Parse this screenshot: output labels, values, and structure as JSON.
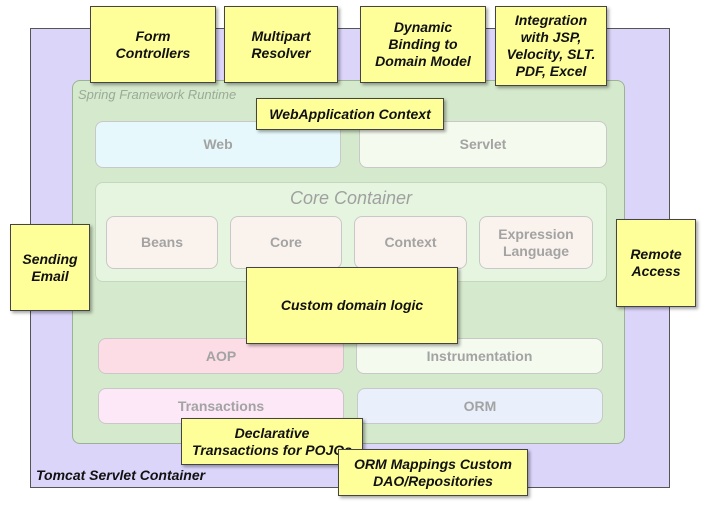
{
  "containers": {
    "tomcat": "Tomcat Servlet Container",
    "runtime": "Spring Framework Runtime",
    "core": "Core Container"
  },
  "modules": {
    "web": "Web",
    "servlet": "Servlet",
    "beans": "Beans",
    "core": "Core",
    "context": "Context",
    "expression_language": "Expression Language",
    "aop": "AOP",
    "instrumentation": "Instrumentation",
    "transactions": "Transactions",
    "orm": "ORM"
  },
  "notes": {
    "form_controllers": "Form Controllers",
    "multipart_resolver": "Multipart Resolver",
    "dynamic_binding": "Dynamic Binding to Domain Model",
    "integration": "Integration with JSP, Velocity, SLT. PDF, Excel",
    "webapp_context": "WebApplication Context",
    "sending_email": "Sending Email",
    "remote_access": "Remote Access",
    "custom_domain_logic": "Custom domain logic",
    "declarative_transactions": "Declarative Transactions for POJOs",
    "orm_mappings": "ORM Mappings Custom DAO/Repositories"
  },
  "colors": {
    "tomcat_bg": "#dcd5fa",
    "runtime_bg": "#d5e9cc",
    "note_bg": "#ffff99",
    "web_bg": "#e6f8fb",
    "aop_bg": "#fcdde6",
    "transactions_bg": "#fde8f7",
    "orm_bg": "#e9f0fb"
  }
}
